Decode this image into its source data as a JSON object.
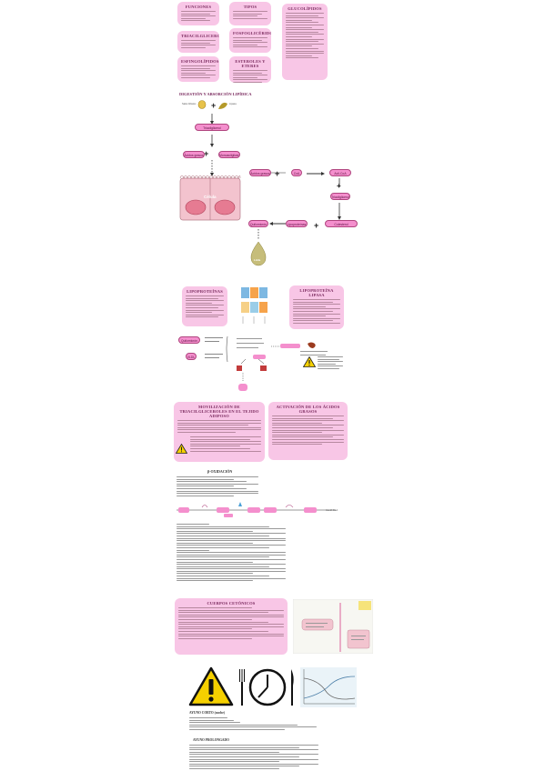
{
  "cards": {
    "c1_title": "FUNCIONES",
    "c2_title": "TIPOS",
    "c3_title": "GLUCOLÍPIDOS",
    "c4_title": "TRIACILGLICEROLES",
    "c5_title": "FOSFOGLICÉRIDOS",
    "c6_title": "ESFINGOLÍPIDOS",
    "c7_title": "ESTEROLES Y ETERES"
  },
  "digestion": {
    "title": "DIGESTIÓN Y ABSORCIÓN LIPÍDICA",
    "left_label": "Sales biliares",
    "right_label": "Lipasa",
    "pill_top": "Triacilglicerol",
    "pill_mid_left": "Ácidos grasos",
    "pill_mid_right": "Monoacilglicerol",
    "cell_label": "Célula",
    "p_right1": "Ácidos grasos",
    "p_right2": "CoA",
    "p_right3": "Acil-CoA",
    "p_right4": "Triacilglicerol",
    "p_right5": "Colesterol",
    "p_right6": "Lipoproteínas",
    "p_right7": "Quilomicrón",
    "drop_label": "Linfa"
  },
  "lipoproteinas": {
    "title": "LIPOPROTEÍNAS",
    "title2": "LIPOPROTEÍNA LIPASA",
    "pill1": "Quilomicrón",
    "pill2": "VLDL"
  },
  "movilizacion": {
    "title": "MOVILIZACIÓN DE TRIACILGLICEROLES EN EL TEJIDO ADIPOSO",
    "title2": "ACTIVACIÓN DE LOS ÁCIDOS GRASOS"
  },
  "beta": {
    "title": "β-OXIDACIÓN",
    "end_label": "Acetil-CoA"
  },
  "cuerpos": {
    "title": "CUERPOS CETÓNICOS"
  },
  "ayuno": {
    "title": "AYUNO CORTO (noche)",
    "title2": "AYUNO PROLONGADO"
  },
  "colors": {
    "pink_card": "#f8c6e6",
    "pink_pill": "#f48fcd",
    "warn": "#f5d000"
  },
  "icons": [
    "warning-icon",
    "fork-icon",
    "knife-icon",
    "clock-icon",
    "droplet-icon",
    "cell-icon"
  ]
}
